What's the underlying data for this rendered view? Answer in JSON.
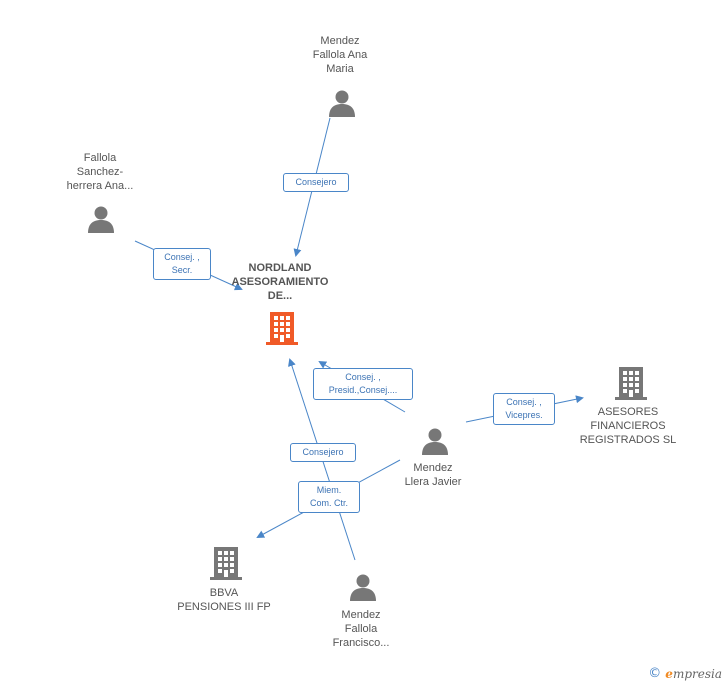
{
  "colors": {
    "edge": "#4a86c8",
    "person_icon": "#777777",
    "company_icon": "#777777",
    "main_company_icon": "#f05a28"
  },
  "nodes": {
    "main": {
      "name": "NORDLAND\nASESORAMIENTO\nDE...",
      "icon": "building-icon"
    },
    "mendez_fallola_ana": {
      "name": "Mendez\nFallola Ana\nMaria",
      "icon": "person-icon"
    },
    "fallola_sanchez": {
      "name": "Fallola\nSanchez-\nherrera Ana...",
      "icon": "person-icon"
    },
    "mendez_llera": {
      "name": "Mendez\nLlera Javier",
      "icon": "person-icon"
    },
    "asesores": {
      "name": "ASESORES\nFINANCIEROS\nREGISTRADOS SL",
      "icon": "building-icon"
    },
    "bbva": {
      "name": "BBVA\nPENSIONES III FP",
      "icon": "building-icon"
    },
    "mendez_fallola_francisco": {
      "name": "Mendez\nFallola\nFrancisco...",
      "icon": "person-icon"
    }
  },
  "edge_labels": {
    "consejero_top": "Consejero",
    "consej_secr": "Consej. ,\nSecr.",
    "consej_presid": "Consej. ,\nPresid.,Consej....",
    "consej_vicepres": "Consej. ,\nVicepres.",
    "consejero_bottom": "Consejero",
    "miem_com": "Miem.\nCom. Ctr."
  },
  "footer": {
    "copyright_symbol": "©",
    "brand_initial": "e",
    "brand_rest": "mpresia"
  }
}
